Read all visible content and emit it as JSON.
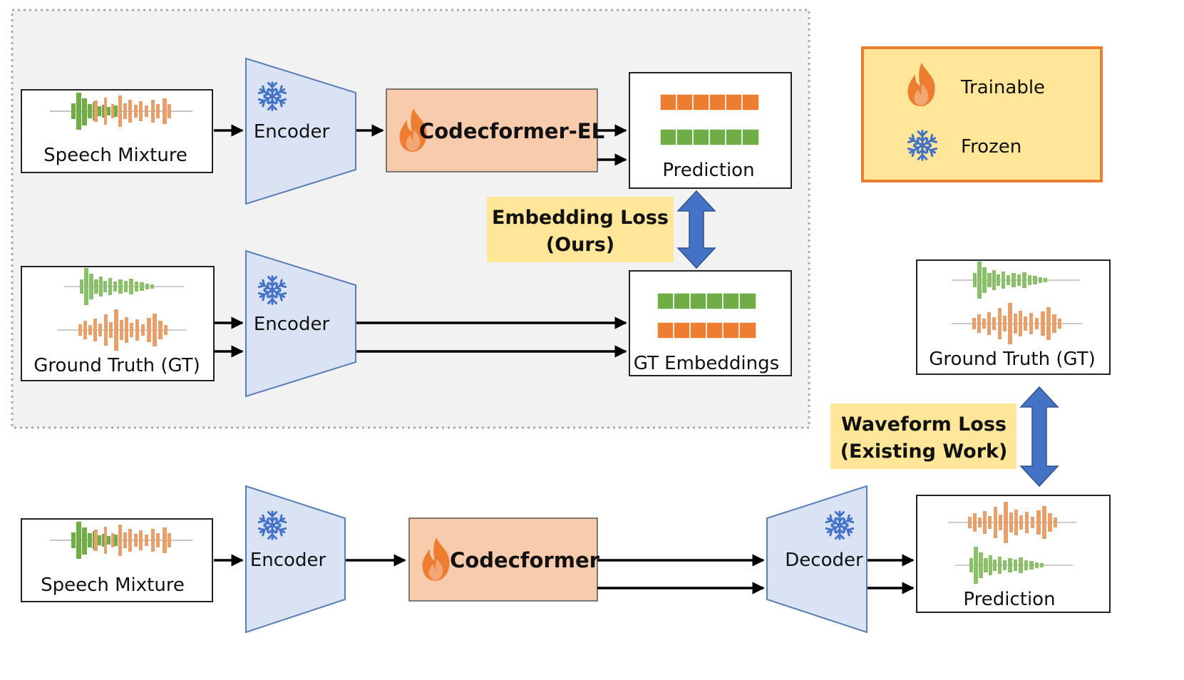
{
  "top_panel": {
    "row1": {
      "input_label": "Speech Mixture",
      "encoder_label": "Encoder",
      "model_label": "Codecformer-EL",
      "output_label": "Prediction"
    },
    "row2": {
      "input_label": "Ground Truth (GT)",
      "encoder_label": "Encoder",
      "output_label": "GT Embeddings"
    },
    "loss": {
      "line1": "Embedding Loss",
      "line2": "(Ours)"
    }
  },
  "legend": {
    "trainable_label": "Trainable",
    "frozen_label": "Frozen"
  },
  "bottom_pipeline": {
    "input_label": "Speech Mixture",
    "encoder_label": "Encoder",
    "model_label": "Codecformer",
    "decoder_label": "Decoder",
    "output_label": "Prediction",
    "gt_label": "Ground Truth (GT)",
    "loss": {
      "line1": "Waveform Loss",
      "line2": "(Existing Work)"
    }
  },
  "colors": {
    "orange": "#ED7D31",
    "green": "#70AD47",
    "encoder_fill": "#DAE3F3",
    "model_fill": "#F8CBAD",
    "loss_bg": "#FFE699",
    "arrow_blue": "#4472C4",
    "snowflake": "#4472C4"
  }
}
